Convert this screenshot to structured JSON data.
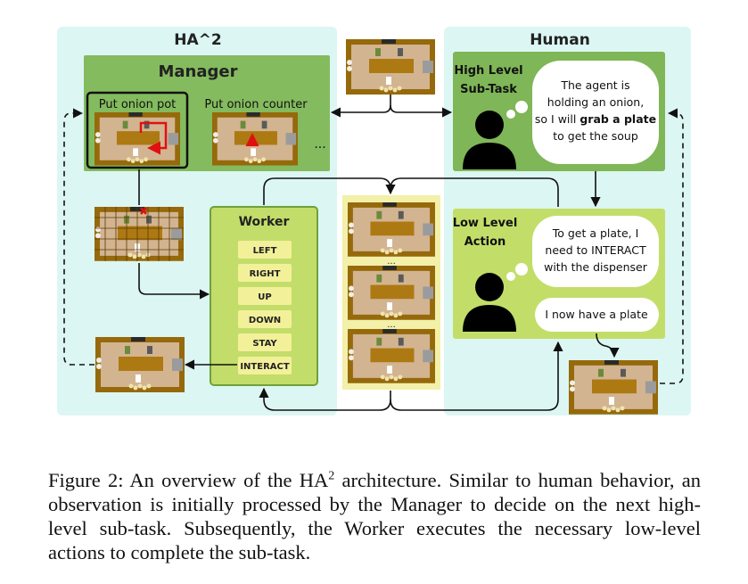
{
  "panels": {
    "left_title": "HA^2",
    "right_title": "Human"
  },
  "manager": {
    "title": "Manager",
    "option_1": "Put onion pot",
    "option_2": "Put onion counter",
    "ellipsis": "..."
  },
  "worker": {
    "title": "Worker",
    "actions": [
      "LEFT",
      "RIGHT",
      "UP",
      "DOWN",
      "STAY",
      "INTERACT"
    ]
  },
  "high_level": {
    "title_line1": "High Level",
    "title_line2": "Sub-Task",
    "thought_line1": "The agent is",
    "thought_line2": "holding an onion,",
    "thought_line3": "so I will ",
    "thought_bold": "grab a plate",
    "thought_line4": "to get the soup"
  },
  "low_level": {
    "title_line1": "Low Level",
    "title_line2": "Action",
    "thought_line1": "To get a plate, I",
    "thought_line2": "need to INTERACT",
    "thought_line3": "with the dispenser",
    "speech": "I now have a plate"
  },
  "sequence": {
    "ellipsis_1": "...",
    "ellipsis_2": "..."
  },
  "caption": {
    "part1": "Figure 2: An overview of the HA",
    "sup": "2",
    "part2": " architecture. Similar to human behavior, an observation is initially processed by the Manager to decide on the next high-level sub-task. Subsequently, the Worker executes the necessary low-level actions to complete the sub-task."
  },
  "colors": {
    "panel_bg": "#dcf6f3",
    "manager_green": "#84bb5e",
    "worker_green": "#c3dd6a",
    "highlevel_green": "#7fb657",
    "lowlevel_green": "#c2de69",
    "action_button": "#f3f09a",
    "sequence_bg": "#f3f0a9",
    "floor": "#d2b491",
    "wall": "#96690b",
    "counter": "#ad7912",
    "red_arrow": "#e01010"
  }
}
